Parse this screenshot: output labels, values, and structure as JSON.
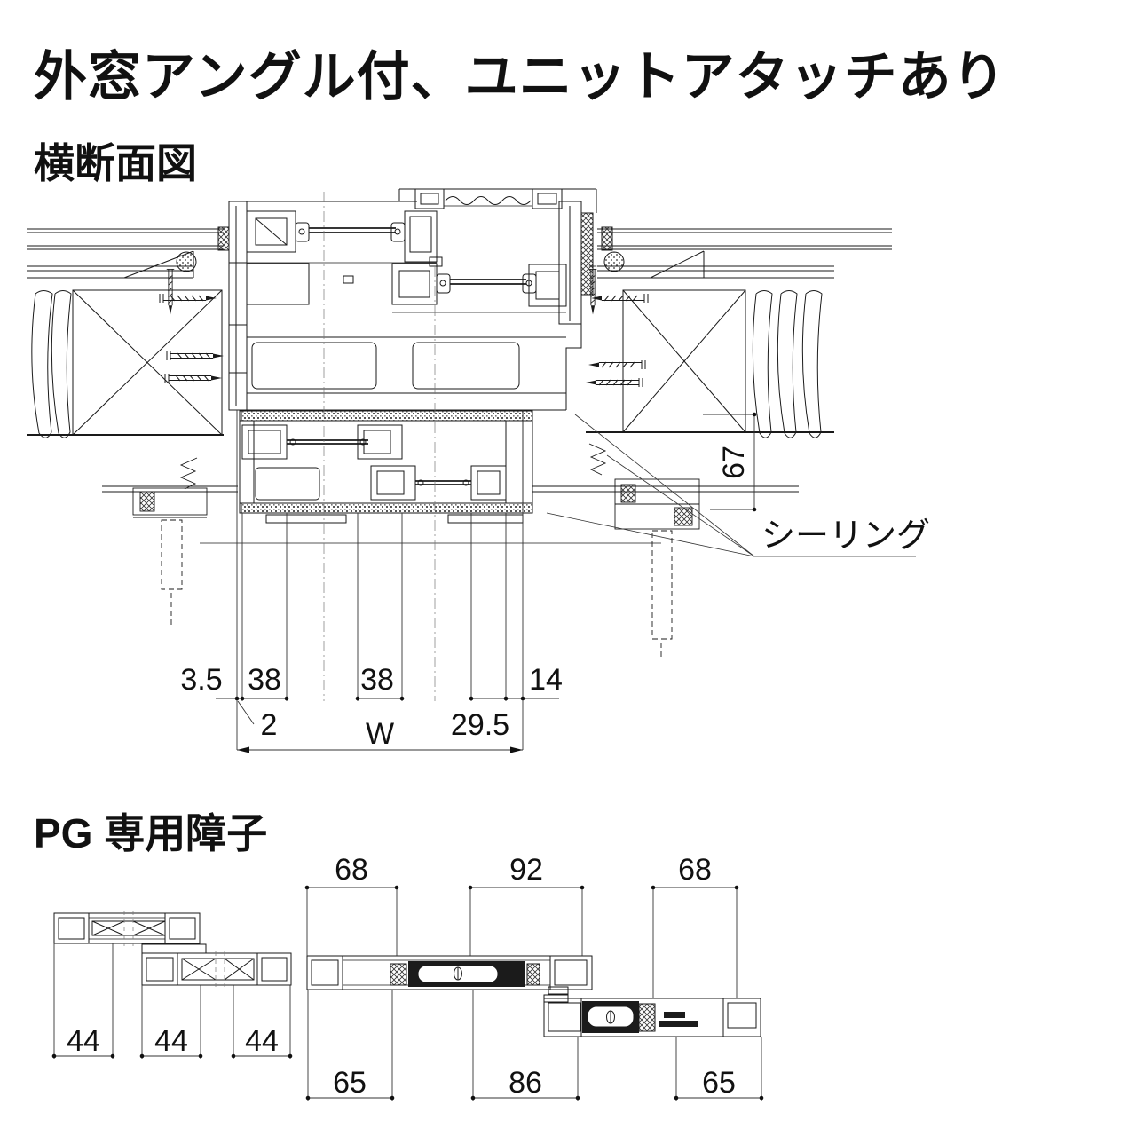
{
  "page": {
    "title": "外窓アングル付、ユニットアタッチあり",
    "section1_title": "横断面図",
    "section2_title": "PG 専用障子"
  },
  "cs": {
    "sealing": "シーリング",
    "dims": {
      "d3_5": "3.5",
      "d38a": "38",
      "d38b": "38",
      "d14": "14",
      "d2": "2",
      "dW": "W",
      "d29_5": "29.5",
      "d67": "67"
    }
  },
  "pg": {
    "left": [
      "44",
      "44",
      "44"
    ],
    "rtop": [
      "68",
      "92",
      "68"
    ],
    "rbot": [
      "65",
      "86",
      "65"
    ]
  },
  "colors": {
    "line": "#1a1a1a",
    "thin": "#333333",
    "bg": "#ffffff"
  }
}
